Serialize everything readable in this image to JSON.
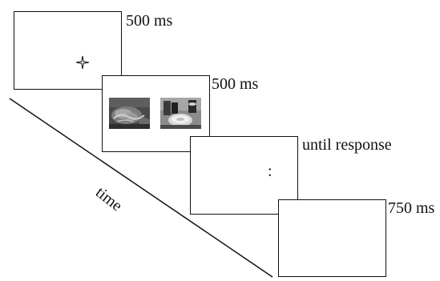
{
  "trial": {
    "frames": [
      {
        "id": "fixation",
        "stimulus": "fixation-cross-icon",
        "duration": "500 ms"
      },
      {
        "id": "images",
        "stimulus": "photo-pair",
        "duration": "500 ms"
      },
      {
        "id": "response",
        "stimulus": ":",
        "duration": "until response"
      },
      {
        "id": "blank",
        "stimulus": "",
        "duration": "750 ms"
      }
    ],
    "axis_label": "time"
  },
  "colors": {
    "ink": "#111111",
    "background": "#ffffff",
    "photo_dark": "#2a2a2a",
    "photo_mid": "#7d7d7d",
    "photo_light": "#cfcfcf"
  }
}
